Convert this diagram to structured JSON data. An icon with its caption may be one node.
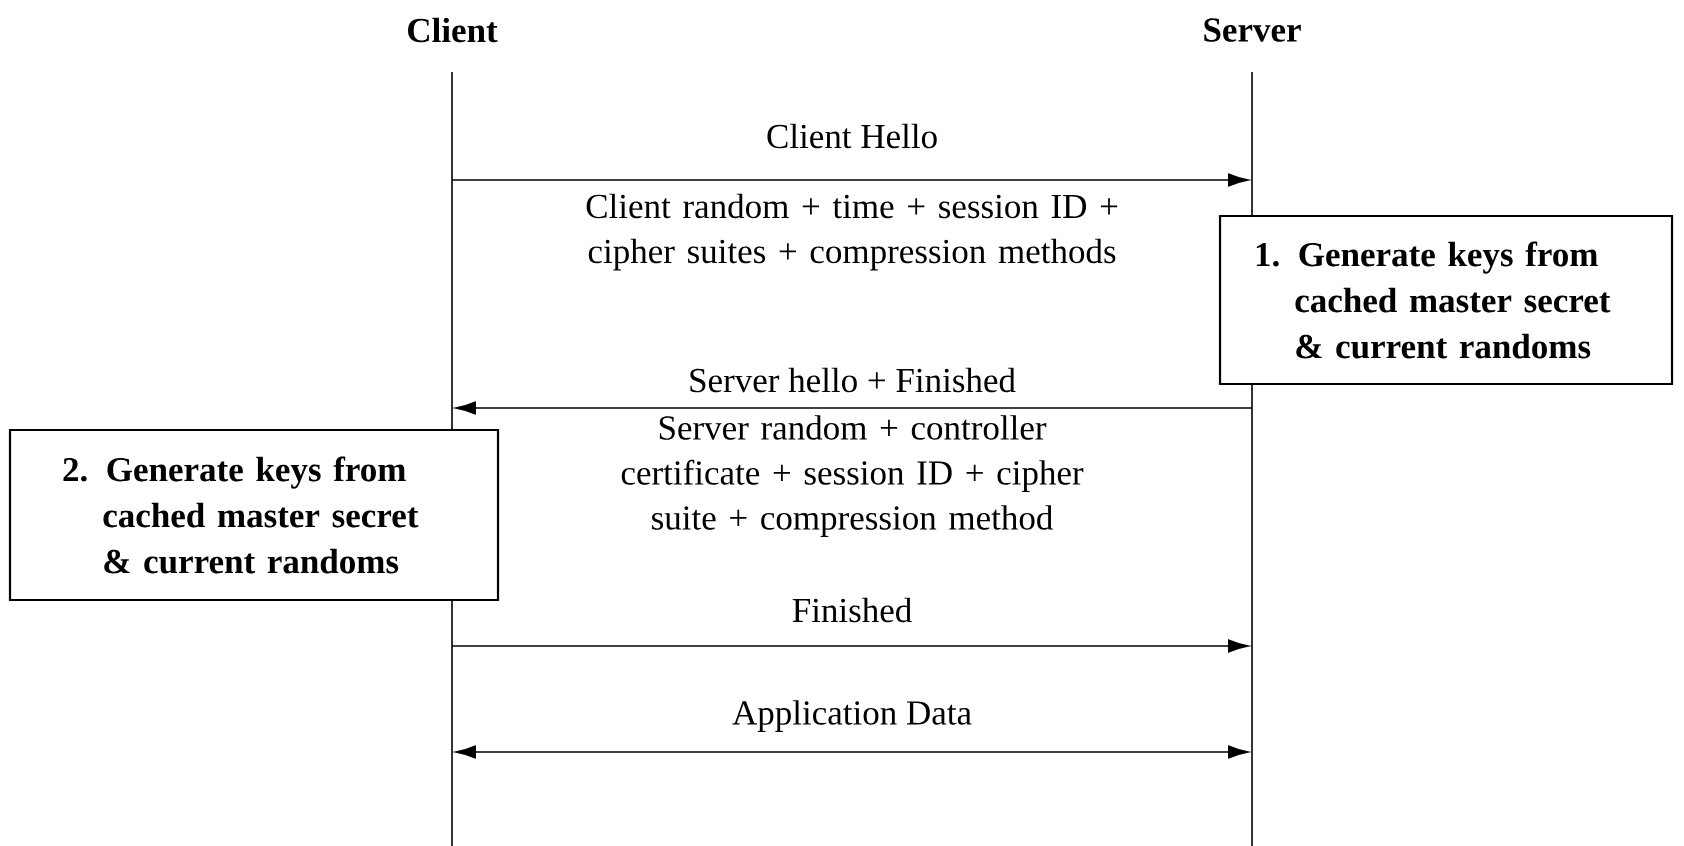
{
  "diagram": {
    "nodes": [
      {
        "text": [],
        "shape": "bar"
      },
      {
        "text": [],
        "shape": "bar"
      },
      {
        "text": [
          "1. Generate keys from cached master secret & current randoms"
        ]
      },
      {
        "text": [
          "2. Generate keys from cached master secret & current randoms"
        ]
      }
    ],
    "edges": [
      {
        "from": 0,
        "to": 1,
        "arrow": "to",
        "label": "Client Hello"
      },
      {
        "from": 1,
        "to": 0,
        "arrow": "to",
        "label": "Server hello + Finished"
      },
      {
        "from": 0,
        "to": 1,
        "arrow": "to",
        "label": "Finished"
      },
      {
        "from": 0,
        "to": 1,
        "arrow": "both",
        "label": "Application Data"
      }
    ],
    "labels": [
      "Client",
      "Server",
      "Client random + time + session ID + cipher suites + compression methods",
      "Server random + controller certificate + session ID + cipher suite + compression method"
    ]
  }
}
